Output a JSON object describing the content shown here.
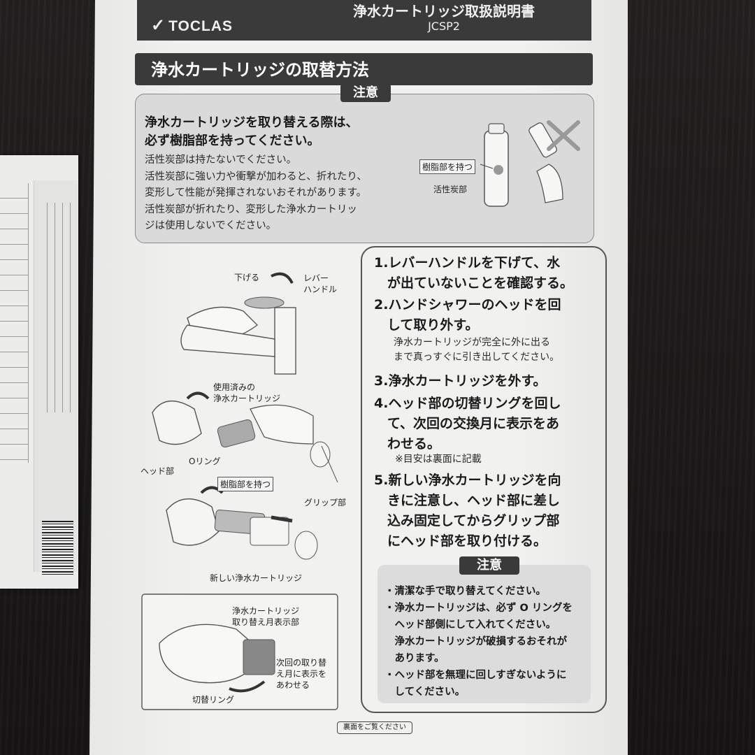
{
  "header": {
    "brand": "TOCLAS",
    "check": "✓",
    "manual_title": "浄水カートリッジ取扱説明書",
    "model": "JCSP2"
  },
  "section_title": "浄水カートリッジの取替方法",
  "caution": {
    "tag": "注意",
    "head": [
      "浄水カートリッジを取り替える際は、",
      "必ず樹脂部を持ってください。"
    ],
    "body": [
      "活性炭部は持たないでください。",
      "活性炭部に強い力や衝撃が加わると、折れたり、",
      "変形して性能が発揮されないおそれがあります。",
      "活性炭部が折れたり、変形した浄水カートリッ",
      "ジは使用しないでください。"
    ],
    "fig_label_grip": "樹脂部を持つ",
    "fig_label_carbon": "活性炭部"
  },
  "steps": [
    {
      "lines": [
        "1.レバーハンドルを下げて、水",
        "　が出ていないことを確認する。"
      ]
    },
    {
      "lines": [
        "2.ハンドシャワーのヘッドを回",
        "　して取り外す。"
      ],
      "sub": [
        "浄水カートリッジが完全に外に出る",
        "まで真っすぐに引き出してください。"
      ]
    },
    {
      "lines": [
        "3.浄水カートリッジを外す。"
      ]
    },
    {
      "lines": [
        "4.ヘッド部の切替リングを回し",
        "　て、次回の交換月に表示をあ",
        "　わせる。"
      ],
      "sub": [
        "※目安は裏面に記載"
      ]
    },
    {
      "lines": [
        "5.新しい浄水カートリッジを向",
        "　きに注意し、ヘッド部に差し",
        "　込み固定してからグリップ部",
        "　にヘッド部を取り付ける。"
      ]
    }
  ],
  "note": {
    "tag": "注意",
    "items": [
      "・清潔な手で取り替えてください。",
      "・浄水カートリッジは、必ず O リングを",
      "　ヘッド部側にして入れてください。",
      "　浄水カートリッジが破損するおそれが",
      "　あります。",
      "・ヘッド部を無理に回しすぎないように",
      "　してください。"
    ]
  },
  "diagram_labels": {
    "lower": "下げる",
    "lever": [
      "レバー",
      "ハンドル"
    ],
    "used": [
      "使用済みの",
      "浄水カートリッジ"
    ],
    "oring": "Oリング",
    "head": "ヘッド部",
    "grip_resin": "樹脂部を持つ",
    "grip": "グリップ部",
    "new": "新しい浄水カートリッジ",
    "indicator": [
      "浄水カートリッジ",
      "取り替え月表示部"
    ],
    "next": [
      "次回の取り替",
      "え月に表示を",
      "あわせる"
    ],
    "switch_ring": "切替リング"
  },
  "footer": "裏面をご覧ください"
}
